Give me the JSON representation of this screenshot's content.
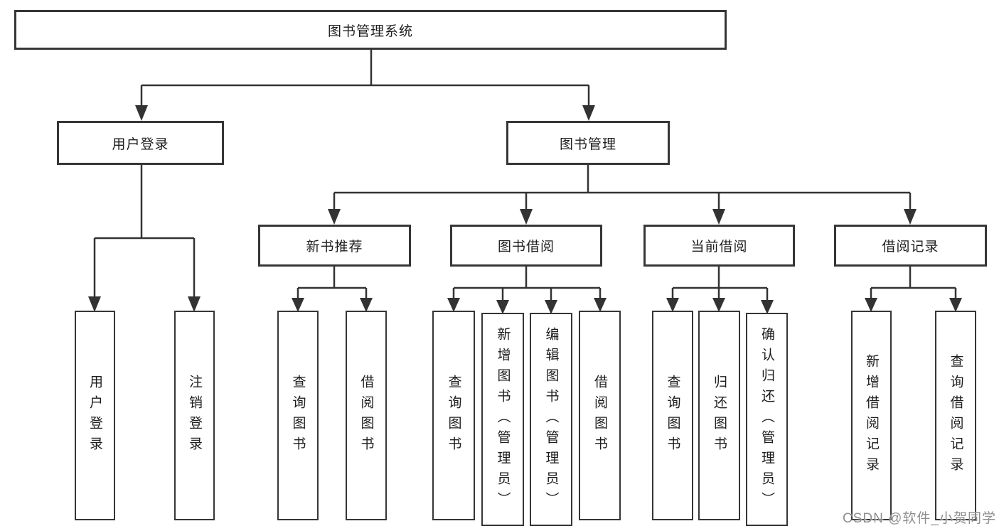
{
  "tree": {
    "label": "图书管理系统",
    "children": [
      {
        "label": "用户登录",
        "children": [
          {
            "label": "用户登录"
          },
          {
            "label": "注销登录"
          }
        ]
      },
      {
        "label": "图书管理",
        "children": [
          {
            "label": "新书推荐",
            "children": [
              {
                "label": "查询图书"
              },
              {
                "label": "借阅图书"
              }
            ]
          },
          {
            "label": "图书借阅",
            "children": [
              {
                "label": "查询图书"
              },
              {
                "label": "新增图书（管理员）"
              },
              {
                "label": "编辑图书（管理员）"
              },
              {
                "label": "借阅图书"
              }
            ]
          },
          {
            "label": "当前借阅",
            "children": [
              {
                "label": "查询图书"
              },
              {
                "label": "归还图书"
              },
              {
                "label": "确认归还（管理员）"
              }
            ]
          },
          {
            "label": "借阅记录",
            "children": [
              {
                "label": "新增借阅记录"
              },
              {
                "label": "查询借阅记录"
              }
            ]
          }
        ]
      }
    ]
  },
  "watermark": {
    "text": "CSDN @软件_小贺同学",
    "color": "#8f8f8f"
  },
  "colors": {
    "line": "#333333",
    "text": "#1d1d1d",
    "border": "#363636",
    "background": "#ffffff"
  }
}
